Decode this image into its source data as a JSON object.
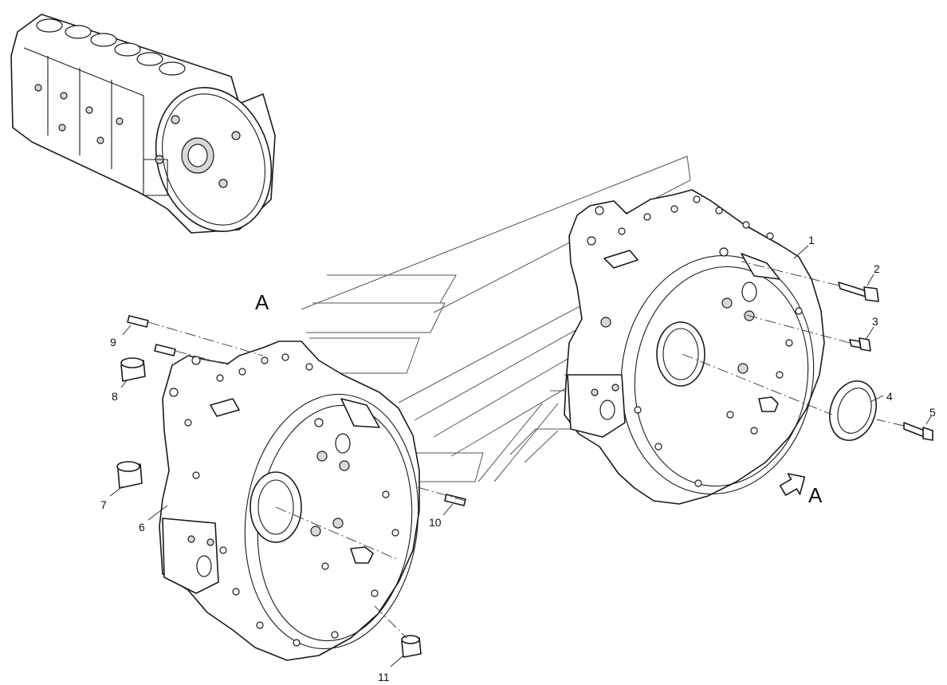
{
  "diagram": {
    "view_marker_top": "A",
    "view_marker_arrow": "A",
    "callouts": [
      {
        "id": "callout-1",
        "text": "1"
      },
      {
        "id": "callout-2",
        "text": "2"
      },
      {
        "id": "callout-3",
        "text": "3"
      },
      {
        "id": "callout-4",
        "text": "4"
      },
      {
        "id": "callout-5",
        "text": "5"
      },
      {
        "id": "callout-6",
        "text": "6"
      },
      {
        "id": "callout-7",
        "text": "7"
      },
      {
        "id": "callout-8",
        "text": "8"
      },
      {
        "id": "callout-9",
        "text": "9"
      },
      {
        "id": "callout-10",
        "text": "10"
      },
      {
        "id": "callout-11",
        "text": "11"
      }
    ],
    "parts": [
      {
        "callout": "1",
        "name": "flywheel-housing-rear"
      },
      {
        "callout": "2",
        "name": "bolt-long"
      },
      {
        "callout": "3",
        "name": "bolt-short"
      },
      {
        "callout": "4",
        "name": "seal-ring"
      },
      {
        "callout": "5",
        "name": "bolt"
      },
      {
        "callout": "6",
        "name": "flywheel-housing-front"
      },
      {
        "callout": "7",
        "name": "plug-large"
      },
      {
        "callout": "8",
        "name": "plug-cap"
      },
      {
        "callout": "9",
        "name": "dowel-pin"
      },
      {
        "callout": "10",
        "name": "dowel-pin-small"
      },
      {
        "callout": "11",
        "name": "plug-small"
      }
    ]
  }
}
